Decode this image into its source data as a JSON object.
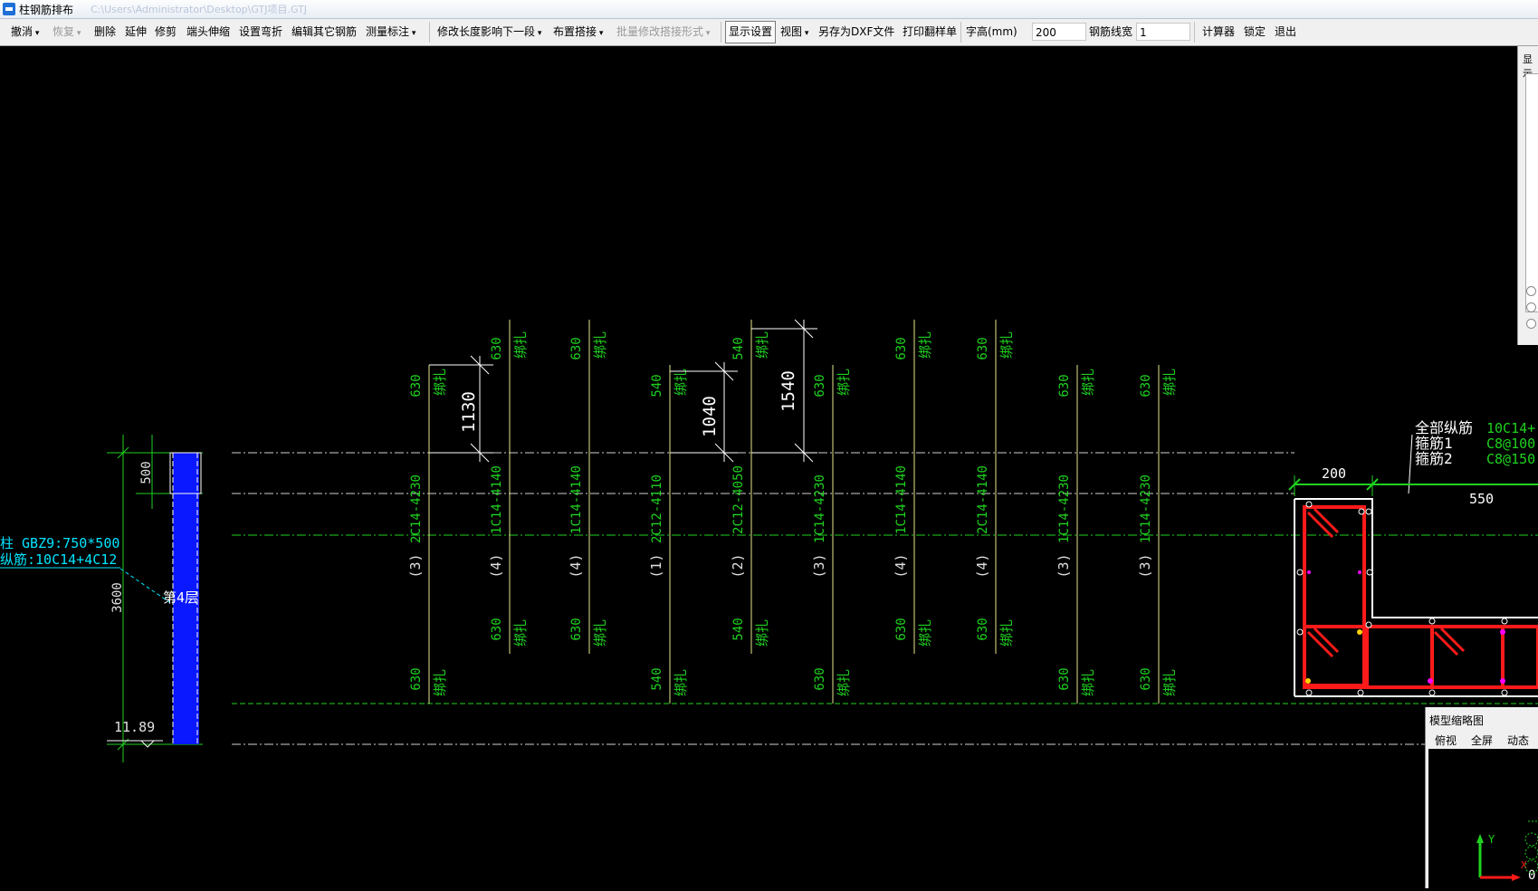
{
  "window": {
    "title": "柱钢筋排布",
    "path": "C:\\Users\\Administrator\\Desktop\\GTJ项目.GTJ"
  },
  "toolbar": {
    "undo": "撤消",
    "redo": "恢复",
    "delete": "删除",
    "extend": "延伸",
    "trim": "修剪",
    "end_stretch": "端头伸缩",
    "set_bend": "设置弯折",
    "edit_other": "编辑其它钢筋",
    "measure": "测量标注",
    "modify_length": "修改长度影响下一段",
    "layout_splice": "布置搭接",
    "batch_splice": "批量修改搭接形式",
    "display_settings": "显示设置",
    "view": "视图",
    "save_dxf": "另存为DXF文件",
    "print_sample": "打印翻样单",
    "text_height_label": "字高(mm)",
    "text_height_value": "200",
    "line_width_label": "钢筋线宽",
    "line_width_value": "1",
    "calculator": "计算器",
    "lock": "锁定",
    "exit": "退出"
  },
  "column_elevation": {
    "top_dim": "500",
    "height_dim": "3600",
    "elevation": "11.89",
    "floor_label": "第4层",
    "column_label": "柱 GBZ9:750*500",
    "rebar_label": "纵筋:10C14+4C12"
  },
  "rebars": [
    {
      "index": "(3)",
      "spec": "2C14-4230",
      "top_len": "630",
      "bot_len": "630",
      "tie": "绑扎",
      "top_row": "low",
      "bot_row": "low"
    },
    {
      "index": "(4)",
      "spec": "1C14-4140",
      "top_len": "630",
      "bot_len": "630",
      "tie": "绑扎",
      "top_row": "high",
      "bot_row": "high",
      "bend_dim": "1130"
    },
    {
      "index": "(4)",
      "spec": "1C14-4140",
      "top_len": "630",
      "bot_len": "630",
      "tie": "绑扎",
      "top_row": "high",
      "bot_row": "high"
    },
    {
      "index": "(1)",
      "spec": "2C12-4110",
      "top_len": "540",
      "bot_len": "540",
      "tie": "绑扎",
      "top_row": "low",
      "bot_row": "low"
    },
    {
      "index": "(2)",
      "spec": "2C12-4050",
      "top_len": "540",
      "bot_len": "540",
      "tie": "绑扎",
      "top_row": "high",
      "bot_row": "high",
      "bend_dim": "1040"
    },
    {
      "index": "(3)",
      "spec": "1C14-4230",
      "top_len": "630",
      "bot_len": "630",
      "tie": "绑扎",
      "top_row": "low",
      "bot_row": "low",
      "bend_dim": "1540"
    },
    {
      "index": "(4)",
      "spec": "1C14-4140",
      "top_len": "630",
      "bot_len": "630",
      "tie": "绑扎",
      "top_row": "high",
      "bot_row": "high"
    },
    {
      "index": "(4)",
      "spec": "2C14-4140",
      "top_len": "630",
      "bot_len": "630",
      "tie": "绑扎",
      "top_row": "high",
      "bot_row": "high"
    },
    {
      "index": "(3)",
      "spec": "1C14-4230",
      "top_len": "630",
      "bot_len": "630",
      "tie": "绑扎",
      "top_row": "low",
      "bot_row": "low"
    },
    {
      "index": "(3)",
      "spec": "1C14-4230",
      "top_len": "630",
      "bot_len": "630",
      "tie": "绑扎",
      "top_row": "low",
      "bot_row": "low"
    }
  ],
  "section": {
    "all_long_label": "全部纵筋",
    "all_long_value": "10C14+",
    "stirrup1_label": "箍筋1",
    "stirrup1_value": "C8@100",
    "stirrup2_label": "箍筋2",
    "stirrup2_value": "C8@150",
    "dim_200": "200",
    "dim_550": "550"
  },
  "right_panel": {
    "label": "显示"
  },
  "thumbnail": {
    "title": "模型缩略图",
    "tab_top": "俯视",
    "tab_full": "全屏",
    "tab_orbit": "动态观察",
    "axis_y": "Y",
    "axis_x": "X",
    "origin": "0"
  },
  "colors": {
    "green": "#1fd21f",
    "yellow_line": "#e6e68c",
    "red_stirrup": "#ff1a1a",
    "column_blue": "#0a18ff",
    "cyan_label": "#00e5ff"
  }
}
